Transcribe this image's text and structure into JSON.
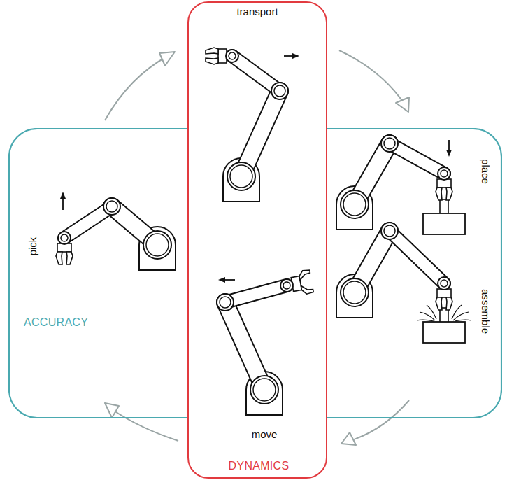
{
  "diagram": {
    "nodes": [
      {
        "text": [
          "ACCURACY"
        ]
      },
      {
        "text": [
          "DYNAMICS"
        ]
      }
    ],
    "labels": [
      "transport",
      "pick",
      "place",
      "assemble",
      "move"
    ]
  }
}
